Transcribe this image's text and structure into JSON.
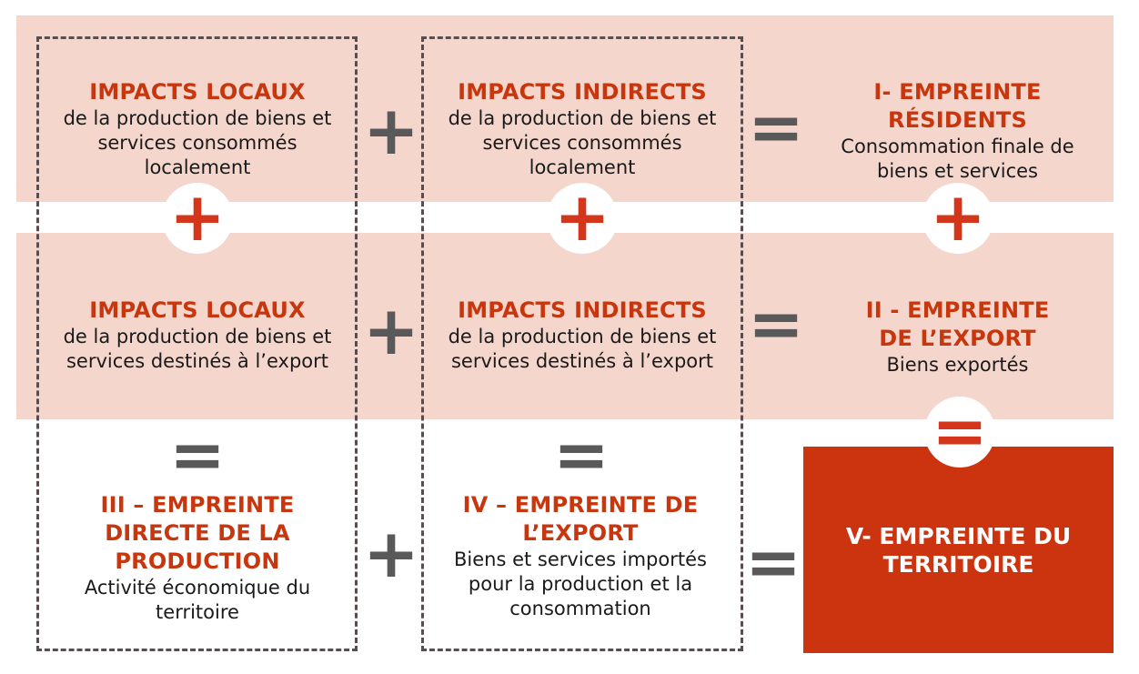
{
  "cells": {
    "r1c1": {
      "title": "IMPACTS LOCAUX",
      "desc": "de la production de biens et services consommés localement"
    },
    "r1c2": {
      "title": "IMPACTS INDIRECTS",
      "desc": "de la production de biens et services consommés localement"
    },
    "r1c3": {
      "title": "I- EMPREINTE RÉSIDENTS",
      "desc": "Consommation finale de biens et services"
    },
    "r2c1": {
      "title": "IMPACTS LOCAUX",
      "desc": "de la production de biens et services destinés à l’export"
    },
    "r2c2": {
      "title": "IMPACTS INDIRECTS",
      "desc": "de la production de biens et services destinés à l’export"
    },
    "r2c3": {
      "title": "II - EMPREINTE DE L’EXPORT",
      "desc": "Biens exportés"
    },
    "r3c1": {
      "title": "III – EMPREINTE DIRECTE DE LA PRODUCTION",
      "desc": "Activité économique du territoire"
    },
    "r3c2": {
      "title": "IV – EMPREINTE DE L’EXPORT",
      "desc": "Biens et services importés pour la production et la consommation"
    },
    "r3c3": {
      "title": "V- EMPREINTE DU TERRITOIRE"
    }
  },
  "operators": {
    "plus": "+",
    "equals": "="
  },
  "colors": {
    "band": "#f5d6cd",
    "accent": "#c8360e",
    "final_box": "#cc3410",
    "operator": "#595959",
    "dash": "#5a4d4d"
  }
}
